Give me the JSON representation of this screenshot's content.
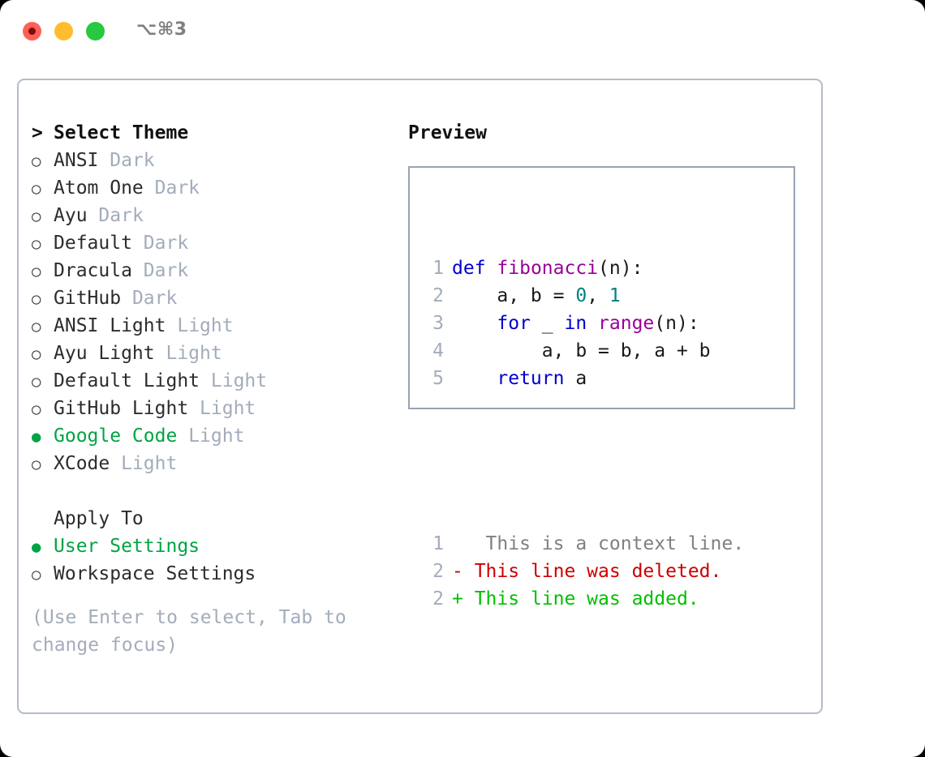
{
  "window": {
    "shortcut": "⌥⌘3",
    "traffic_lights": [
      {
        "name": "close",
        "color": "#ff5f56"
      },
      {
        "name": "minimize",
        "color": "#ffbd2e"
      },
      {
        "name": "maximize",
        "color": "#28c840"
      }
    ]
  },
  "theme_list": {
    "header_marker": ">",
    "header": "Select Theme",
    "items": [
      {
        "marker": "○",
        "name": "ANSI",
        "kind": "Dark",
        "selected": false
      },
      {
        "marker": "○",
        "name": "Atom One",
        "kind": "Dark",
        "selected": false
      },
      {
        "marker": "○",
        "name": "Ayu",
        "kind": "Dark",
        "selected": false
      },
      {
        "marker": "○",
        "name": "Default",
        "kind": "Dark",
        "selected": false
      },
      {
        "marker": "○",
        "name": "Dracula",
        "kind": "Dark",
        "selected": false
      },
      {
        "marker": "○",
        "name": "GitHub",
        "kind": "Dark",
        "selected": false
      },
      {
        "marker": "○",
        "name": "ANSI Light",
        "kind": "Light",
        "selected": false
      },
      {
        "marker": "○",
        "name": "Ayu Light",
        "kind": "Light",
        "selected": false
      },
      {
        "marker": "○",
        "name": "Default Light",
        "kind": "Light",
        "selected": false
      },
      {
        "marker": "○",
        "name": "GitHub Light",
        "kind": "Light",
        "selected": false
      },
      {
        "marker": "●",
        "name": "Google Code",
        "kind": "Light",
        "selected": true
      },
      {
        "marker": "○",
        "name": "XCode",
        "kind": "Light",
        "selected": false
      }
    ]
  },
  "apply_to": {
    "header": "Apply To",
    "items": [
      {
        "marker": "●",
        "name": "User Settings",
        "selected": true
      },
      {
        "marker": "○",
        "name": "Workspace Settings",
        "selected": false
      }
    ]
  },
  "hint": "(Use Enter to select, Tab to change focus)",
  "preview": {
    "title": "Preview",
    "code_lines": [
      {
        "no": "1",
        "tokens": [
          {
            "t": "def",
            "c": "kw"
          },
          {
            "t": " ",
            "c": "pl"
          },
          {
            "t": "fibonacci",
            "c": "fn"
          },
          {
            "t": "(n):",
            "c": "pl"
          }
        ]
      },
      {
        "no": "2",
        "tokens": [
          {
            "t": "    a, b = ",
            "c": "pl"
          },
          {
            "t": "0",
            "c": "num"
          },
          {
            "t": ", ",
            "c": "pl"
          },
          {
            "t": "1",
            "c": "num"
          }
        ]
      },
      {
        "no": "3",
        "tokens": [
          {
            "t": "    ",
            "c": "pl"
          },
          {
            "t": "for",
            "c": "kw"
          },
          {
            "t": " _ ",
            "c": "pl"
          },
          {
            "t": "in",
            "c": "kw"
          },
          {
            "t": " ",
            "c": "pl"
          },
          {
            "t": "range",
            "c": "fn"
          },
          {
            "t": "(n):",
            "c": "pl"
          }
        ]
      },
      {
        "no": "4",
        "tokens": [
          {
            "t": "        a, b = b, a + b",
            "c": "pl"
          }
        ]
      },
      {
        "no": "5",
        "tokens": [
          {
            "t": "    ",
            "c": "pl"
          },
          {
            "t": "return",
            "c": "kw"
          },
          {
            "t": " a",
            "c": "pl"
          }
        ]
      }
    ],
    "diff_lines": [
      {
        "no": "1",
        "sign": " ",
        "text": "  This is a context line.",
        "kind": "ctx"
      },
      {
        "no": "2",
        "sign": "-",
        "text": " This line was deleted.",
        "kind": "del"
      },
      {
        "no": "2",
        "sign": "+",
        "text": " This line was added.",
        "kind": "add"
      }
    ]
  },
  "colors": {
    "accent_green": "#00a443",
    "muted": "#a3acbb",
    "border": "#b3bcc9",
    "preview_border": "#98a3b3",
    "keyword": "#0000cc",
    "function": "#990099",
    "number": "#008080",
    "diff_delete": "#cc0000",
    "diff_add": "#00c000",
    "diff_context": "#808080"
  }
}
